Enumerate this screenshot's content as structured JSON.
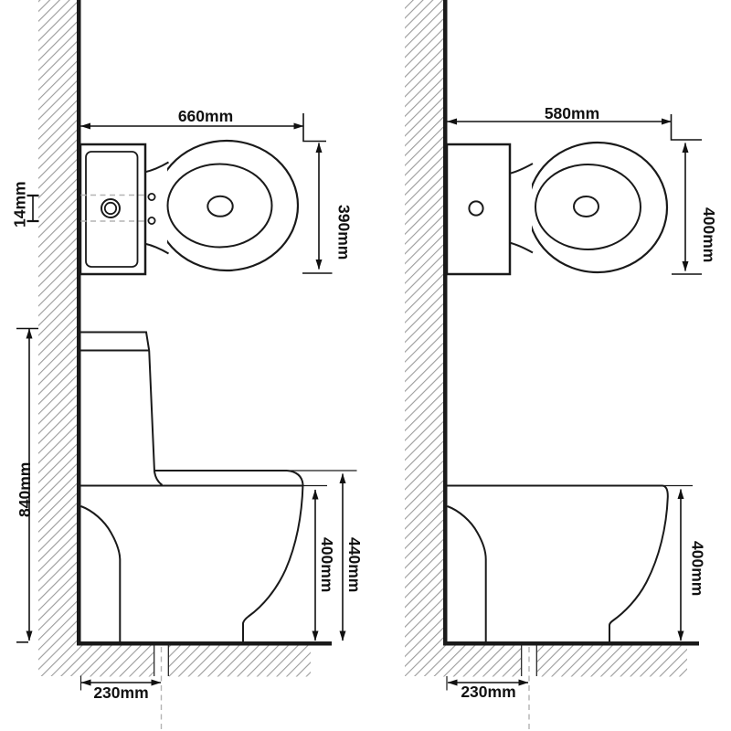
{
  "drawing": {
    "description_labels": [],
    "colors": {
      "line": "#1a1a1a",
      "hatch": "#9b9b9b",
      "dash": "#b4b4b4",
      "background": "#ffffff"
    }
  },
  "dims": {
    "left_top_width": "660mm",
    "left_top_depth": "390mm",
    "left_button_offset": "14mm",
    "left_total_height": "840mm",
    "left_bowl_height": "400mm",
    "left_seat_height": "440mm",
    "left_outlet_setback": "230mm",
    "right_top_width": "580mm",
    "right_top_depth": "400mm",
    "right_bowl_height": "400mm",
    "right_outlet_setback": "230mm"
  }
}
